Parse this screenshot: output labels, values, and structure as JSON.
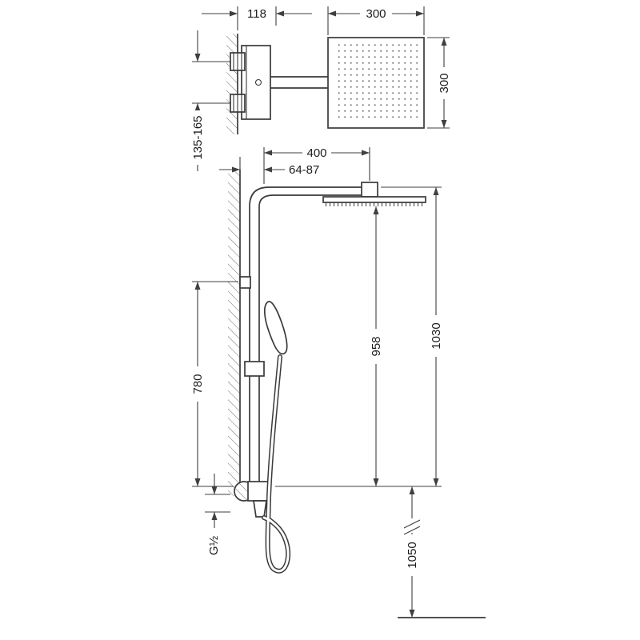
{
  "drawing": {
    "description": "shower-column-dimension-drawing",
    "colors": {
      "line": "#3a3a3a",
      "dim": "#3f3f3f",
      "text": "#1c1c1c",
      "background": "#ffffff"
    },
    "top": {
      "dim118": "118",
      "headWidth": "300",
      "headDepth": "300",
      "inletSpacing": "135-165"
    },
    "front": {
      "reach": "400",
      "wallOffset": "64-87",
      "headHeight": "958",
      "totalHeight": "1030",
      "riserHeight": "780",
      "thread": "G½",
      "outletHeight": "1050"
    }
  }
}
